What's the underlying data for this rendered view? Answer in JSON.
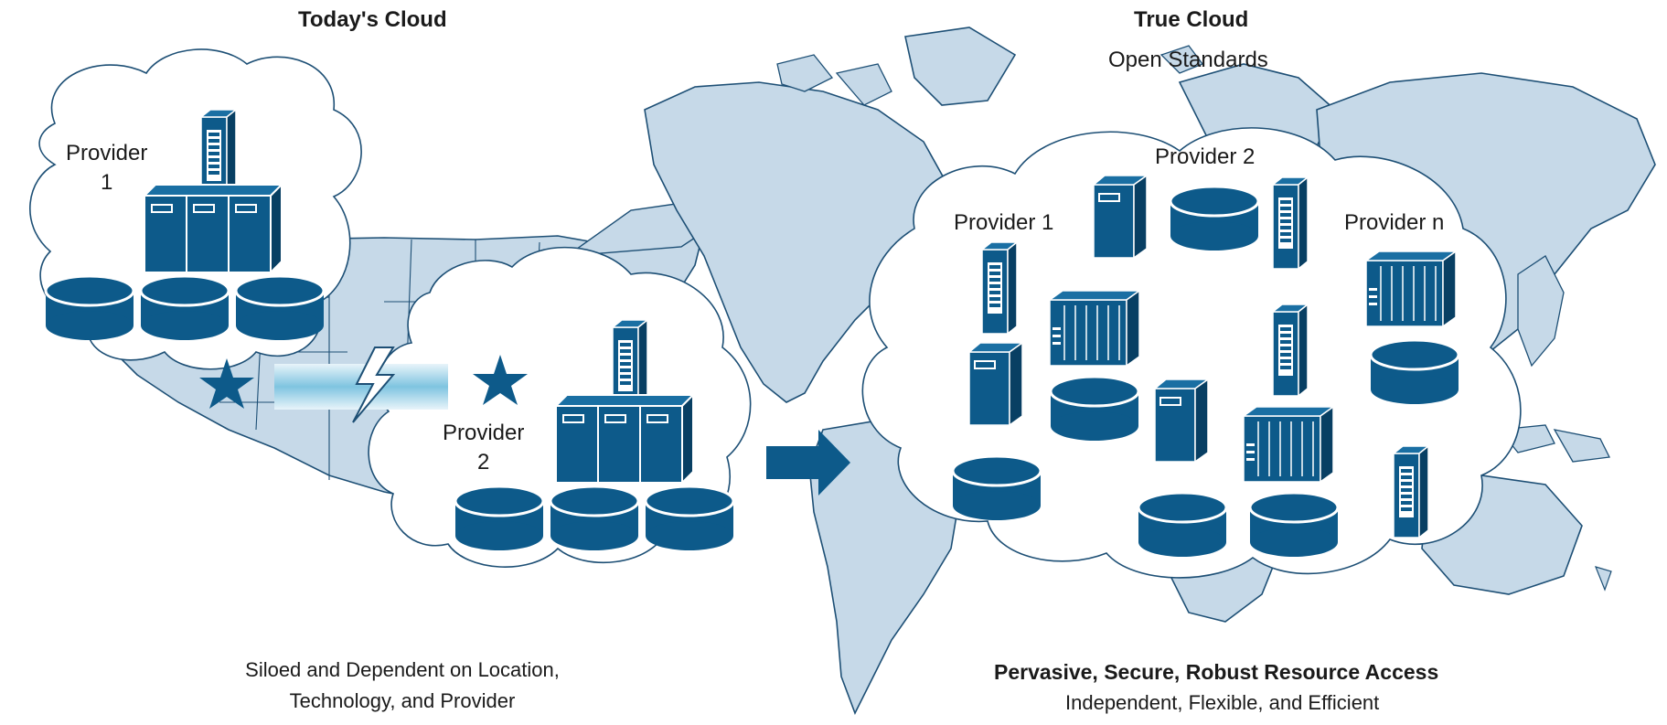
{
  "left_panel": {
    "title": "Today's Cloud",
    "provider1_label": "Provider\n1",
    "provider2_label": "Provider\n2",
    "caption": "Siloed and Dependent on Location,\nTechnology, and Provider"
  },
  "right_panel": {
    "title": "True Cloud",
    "subtitle": "Open Standards",
    "provider1_label": "Provider 1",
    "provider2_label": "Provider 2",
    "providern_label": "Provider n",
    "caption_title": "Pervasive, Secure, Robust Resource Access",
    "caption_sub": "Independent, Flexible, and Efficient"
  },
  "icons": {
    "server": "server-icon",
    "storage": "storage-disk-icon",
    "firewall": "firewall-icon",
    "rack": "rack-chassis-icon",
    "star": "star-icon",
    "arrow": "arrow-right-icon",
    "link": "wan-link-icon"
  },
  "colors": {
    "icon_blue": "#0d5a8a",
    "icon_dark": "#083f63",
    "map_fill": "#c6d9e8",
    "map_stroke": "#1d4f75",
    "cloud_fill": "#ffffff",
    "text": "#1a1a1a"
  }
}
